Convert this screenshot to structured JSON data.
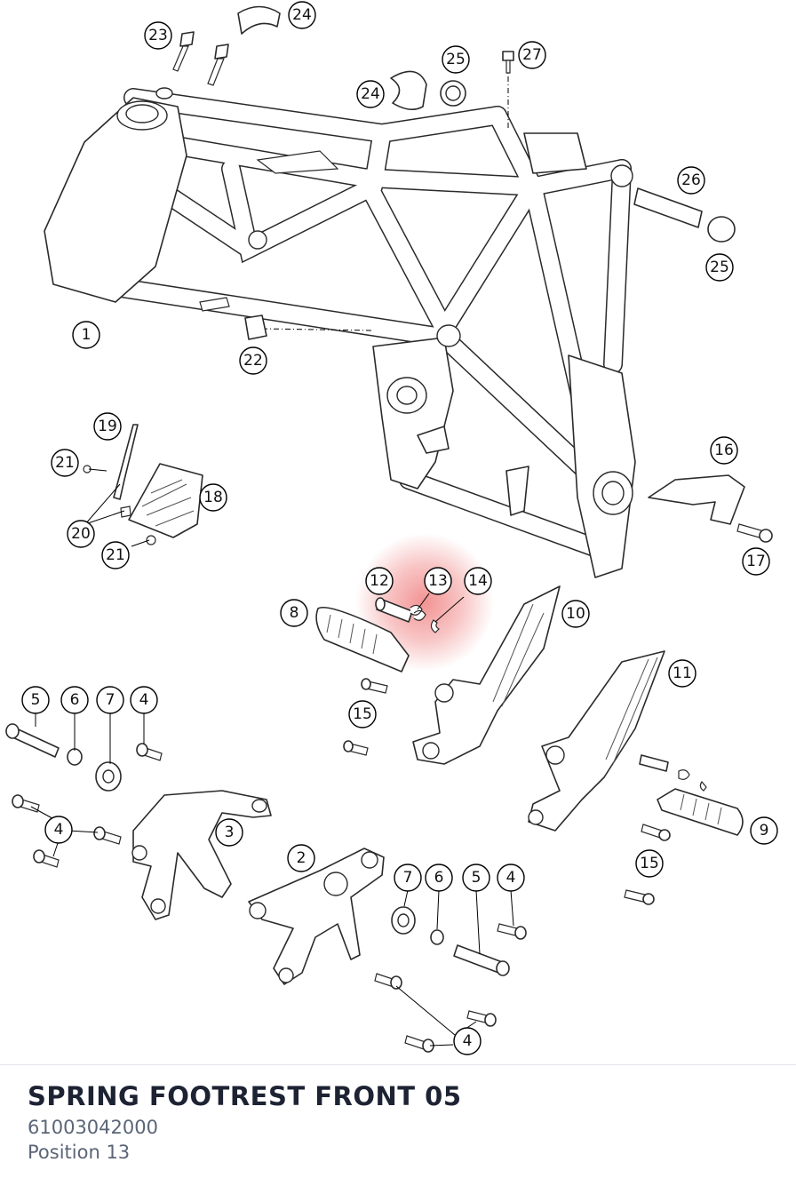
{
  "colors": {
    "highlight": "#f08080",
    "title": "#1d2333",
    "subtext": "#5b6577",
    "line": "#2a2a2a"
  },
  "part": {
    "name": "SPRING FOOTREST FRONT 05",
    "number": "61003042000",
    "position": "Position 13"
  },
  "highlighted_callout": "13",
  "callouts": [
    {
      "id": "c1",
      "label": "1"
    },
    {
      "id": "c2",
      "label": "2"
    },
    {
      "id": "c3",
      "label": "3"
    },
    {
      "id": "c4a",
      "label": "4"
    },
    {
      "id": "c4b",
      "label": "4"
    },
    {
      "id": "c4c",
      "label": "4"
    },
    {
      "id": "c4d",
      "label": "4"
    },
    {
      "id": "c5a",
      "label": "5"
    },
    {
      "id": "c5b",
      "label": "5"
    },
    {
      "id": "c6a",
      "label": "6"
    },
    {
      "id": "c6b",
      "label": "6"
    },
    {
      "id": "c7a",
      "label": "7"
    },
    {
      "id": "c7b",
      "label": "7"
    },
    {
      "id": "c8",
      "label": "8"
    },
    {
      "id": "c9",
      "label": "9"
    },
    {
      "id": "c10",
      "label": "10"
    },
    {
      "id": "c11",
      "label": "11"
    },
    {
      "id": "c12",
      "label": "12"
    },
    {
      "id": "c13",
      "label": "13"
    },
    {
      "id": "c14",
      "label": "14"
    },
    {
      "id": "c15a",
      "label": "15"
    },
    {
      "id": "c15b",
      "label": "15"
    },
    {
      "id": "c16",
      "label": "16"
    },
    {
      "id": "c17",
      "label": "17"
    },
    {
      "id": "c18",
      "label": "18"
    },
    {
      "id": "c19",
      "label": "19"
    },
    {
      "id": "c20",
      "label": "20"
    },
    {
      "id": "c21a",
      "label": "21"
    },
    {
      "id": "c21b",
      "label": "21"
    },
    {
      "id": "c22",
      "label": "22"
    },
    {
      "id": "c23",
      "label": "23"
    },
    {
      "id": "c24a",
      "label": "24"
    },
    {
      "id": "c24b",
      "label": "24"
    },
    {
      "id": "c25a",
      "label": "25"
    },
    {
      "id": "c25b",
      "label": "25"
    },
    {
      "id": "c26",
      "label": "26"
    },
    {
      "id": "c27",
      "label": "27"
    }
  ]
}
